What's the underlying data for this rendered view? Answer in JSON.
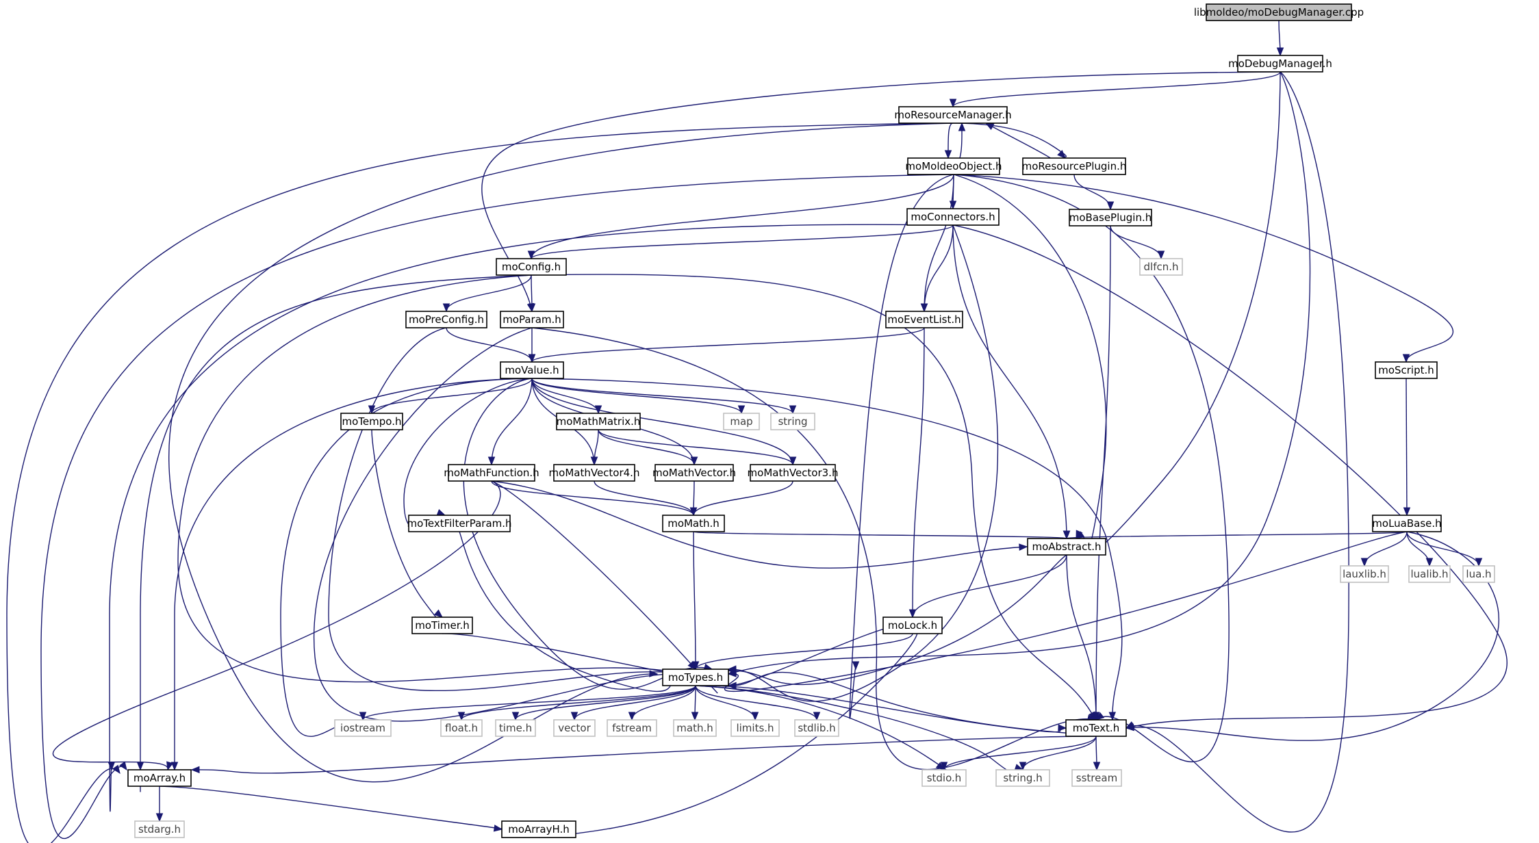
{
  "colors": {
    "edge": "#191970",
    "root_fill": "#bfbfbf",
    "node_border": "#000000",
    "external_border": "#bfbfbf",
    "background": "#ffffff"
  },
  "nodes": {
    "root": {
      "label": "libmoldeo/moDebugManager.cpp",
      "kind": "root"
    },
    "dbg": {
      "label": "moDebugManager.h",
      "kind": "internal"
    },
    "resmgr": {
      "label": "moResourceManager.h",
      "kind": "internal"
    },
    "moldeoobj": {
      "label": "moMoldeoObject.h",
      "kind": "internal"
    },
    "resplugin": {
      "label": "moResourcePlugin.h",
      "kind": "internal"
    },
    "baseplugin": {
      "label": "moBasePlugin.h",
      "kind": "internal"
    },
    "dlfcn": {
      "label": "dlfcn.h",
      "kind": "external"
    },
    "connectors": {
      "label": "moConnectors.h",
      "kind": "internal"
    },
    "config": {
      "label": "moConfig.h",
      "kind": "internal"
    },
    "preconfig": {
      "label": "moPreConfig.h",
      "kind": "internal"
    },
    "param": {
      "label": "moParam.h",
      "kind": "internal"
    },
    "eventlist": {
      "label": "moEventList.h",
      "kind": "internal"
    },
    "script": {
      "label": "moScript.h",
      "kind": "internal"
    },
    "value": {
      "label": "moValue.h",
      "kind": "internal"
    },
    "tempo": {
      "label": "moTempo.h",
      "kind": "internal"
    },
    "map": {
      "label": "map",
      "kind": "external"
    },
    "string": {
      "label": "string",
      "kind": "external"
    },
    "mathmatrix": {
      "label": "moMathMatrix.h",
      "kind": "internal"
    },
    "mathfunction": {
      "label": "moMathFunction.h",
      "kind": "internal"
    },
    "mathvector4": {
      "label": "moMathVector4.h",
      "kind": "internal"
    },
    "mathvector": {
      "label": "moMathVector.h",
      "kind": "internal"
    },
    "mathvector3": {
      "label": "moMathVector3.h",
      "kind": "internal"
    },
    "textfilterparam": {
      "label": "moTextFilterParam.h",
      "kind": "internal"
    },
    "math": {
      "label": "moMath.h",
      "kind": "internal"
    },
    "luabase": {
      "label": "moLuaBase.h",
      "kind": "internal"
    },
    "abstract": {
      "label": "moAbstract.h",
      "kind": "internal"
    },
    "lauxlib": {
      "label": "lauxlib.h",
      "kind": "external"
    },
    "lualib": {
      "label": "lualib.h",
      "kind": "external"
    },
    "lua": {
      "label": "lua.h",
      "kind": "external"
    },
    "timer": {
      "label": "moTimer.h",
      "kind": "internal"
    },
    "lock": {
      "label": "moLock.h",
      "kind": "internal"
    },
    "types": {
      "label": "moTypes.h",
      "kind": "internal"
    },
    "iostream": {
      "label": "iostream",
      "kind": "external"
    },
    "float": {
      "label": "float.h",
      "kind": "external"
    },
    "time": {
      "label": "time.h",
      "kind": "external"
    },
    "vector": {
      "label": "vector",
      "kind": "external"
    },
    "fstream": {
      "label": "fstream",
      "kind": "external"
    },
    "mathh": {
      "label": "math.h",
      "kind": "external"
    },
    "limits": {
      "label": "limits.h",
      "kind": "external"
    },
    "stdlib": {
      "label": "stdlib.h",
      "kind": "external"
    },
    "text": {
      "label": "moText.h",
      "kind": "internal"
    },
    "array": {
      "label": "moArray.h",
      "kind": "internal"
    },
    "stdio": {
      "label": "stdio.h",
      "kind": "external"
    },
    "stringh": {
      "label": "string.h",
      "kind": "external"
    },
    "sstream": {
      "label": "sstream",
      "kind": "external"
    },
    "stdarg": {
      "label": "stdarg.h",
      "kind": "external"
    },
    "arrayh": {
      "label": "moArrayH.h",
      "kind": "internal"
    }
  },
  "edges": [
    [
      "root",
      "dbg"
    ],
    [
      "dbg",
      "resmgr"
    ],
    [
      "dbg",
      "param"
    ],
    [
      "dbg",
      "abstract"
    ],
    [
      "dbg",
      "types"
    ],
    [
      "dbg",
      "text"
    ],
    [
      "resmgr",
      "moldeoobj"
    ],
    [
      "resmgr",
      "resplugin"
    ],
    [
      "resmgr",
      "types"
    ],
    [
      "resmgr",
      "array"
    ],
    [
      "moldeoobj",
      "resmgr"
    ],
    [
      "moldeoobj",
      "connectors"
    ],
    [
      "moldeoobj",
      "config"
    ],
    [
      "moldeoobj",
      "eventlist"
    ],
    [
      "moldeoobj",
      "script"
    ],
    [
      "moldeoobj",
      "abstract"
    ],
    [
      "moldeoobj",
      "types"
    ],
    [
      "moldeoobj",
      "text"
    ],
    [
      "moldeoobj",
      "array"
    ],
    [
      "resplugin",
      "resmgr"
    ],
    [
      "resplugin",
      "baseplugin"
    ],
    [
      "baseplugin",
      "dlfcn"
    ],
    [
      "baseplugin",
      "text"
    ],
    [
      "connectors",
      "config"
    ],
    [
      "connectors",
      "eventlist"
    ],
    [
      "connectors",
      "abstract"
    ],
    [
      "connectors",
      "types"
    ],
    [
      "connectors",
      "text"
    ],
    [
      "connectors",
      "array"
    ],
    [
      "config",
      "preconfig"
    ],
    [
      "config",
      "param"
    ],
    [
      "config",
      "text"
    ],
    [
      "config",
      "types"
    ],
    [
      "config",
      "array"
    ],
    [
      "preconfig",
      "value"
    ],
    [
      "preconfig",
      "types"
    ],
    [
      "param",
      "value"
    ],
    [
      "param",
      "types"
    ],
    [
      "param",
      "text"
    ],
    [
      "eventlist",
      "value"
    ],
    [
      "eventlist",
      "lock"
    ],
    [
      "script",
      "luabase"
    ],
    [
      "value",
      "tempo"
    ],
    [
      "value",
      "map"
    ],
    [
      "value",
      "string"
    ],
    [
      "value",
      "mathmatrix"
    ],
    [
      "value",
      "mathfunction"
    ],
    [
      "value",
      "mathvector4"
    ],
    [
      "value",
      "mathvector"
    ],
    [
      "value",
      "mathvector3"
    ],
    [
      "value",
      "textfilterparam"
    ],
    [
      "value",
      "types"
    ],
    [
      "value",
      "text"
    ],
    [
      "value",
      "array"
    ],
    [
      "value",
      "iostream"
    ],
    [
      "tempo",
      "timer"
    ],
    [
      "mathmatrix",
      "mathvector4"
    ],
    [
      "mathmatrix",
      "mathvector"
    ],
    [
      "mathmatrix",
      "mathvector3"
    ],
    [
      "mathfunction",
      "math"
    ],
    [
      "mathfunction",
      "abstract"
    ],
    [
      "mathfunction",
      "types"
    ],
    [
      "mathfunction",
      "array"
    ],
    [
      "mathvector4",
      "math"
    ],
    [
      "mathvector",
      "math"
    ],
    [
      "mathvector3",
      "math"
    ],
    [
      "math",
      "abstract"
    ],
    [
      "math",
      "types"
    ],
    [
      "textfilterparam",
      "types"
    ],
    [
      "luabase",
      "abstract"
    ],
    [
      "luabase",
      "lauxlib"
    ],
    [
      "luabase",
      "lualib"
    ],
    [
      "luabase",
      "lua"
    ],
    [
      "luabase",
      "types"
    ],
    [
      "luabase",
      "text"
    ],
    [
      "abstract",
      "lock"
    ],
    [
      "abstract",
      "types"
    ],
    [
      "abstract",
      "text"
    ],
    [
      "timer",
      "types"
    ],
    [
      "lock",
      "types"
    ],
    [
      "types",
      "iostream"
    ],
    [
      "types",
      "float"
    ],
    [
      "types",
      "time"
    ],
    [
      "types",
      "vector"
    ],
    [
      "types",
      "fstream"
    ],
    [
      "types",
      "mathh"
    ],
    [
      "types",
      "limits"
    ],
    [
      "types",
      "stdlib"
    ],
    [
      "types",
      "text"
    ],
    [
      "types",
      "stdio"
    ],
    [
      "types",
      "stringh"
    ],
    [
      "text",
      "types"
    ],
    [
      "text",
      "array"
    ],
    [
      "text",
      "stdio"
    ],
    [
      "text",
      "stringh"
    ],
    [
      "text",
      "sstream"
    ],
    [
      "array",
      "stdarg"
    ],
    [
      "array",
      "arrayh"
    ],
    [
      "arrayh",
      "types"
    ]
  ]
}
